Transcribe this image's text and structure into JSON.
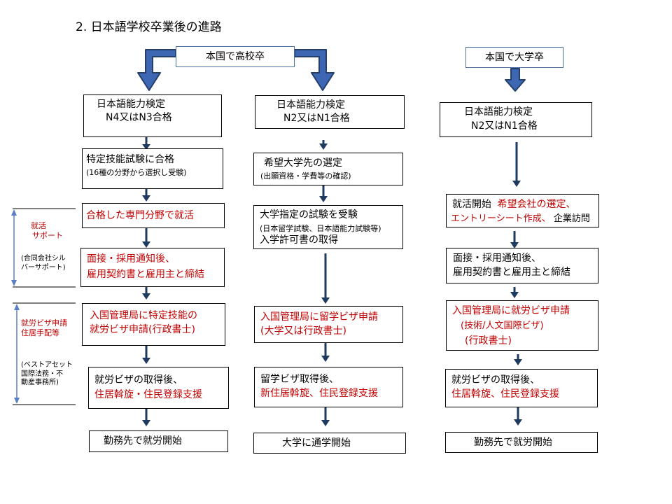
{
  "title": "2. 日本語学校卒業後の進路",
  "starts": {
    "high_school": "本国で高校卒",
    "university": "本国で大学卒"
  },
  "columns": {
    "left": {
      "jlpt": [
        "日本語能力検定",
        "N4又はN3合格"
      ],
      "skill_test": [
        "特定技能試験に合格",
        "(16種の分野から選択し受験)"
      ],
      "job_hunt": "合格した専門分野で就活",
      "interview": [
        "面接・採用通知後、",
        "雇用契約書と雇用主と締結"
      ],
      "visa": [
        "入国管理局に特定技能の",
        "就労ビザ申請(行政書士)"
      ],
      "after_visa": [
        "就労ビザの取得後、",
        "住居斡旋・住民登録支援"
      ],
      "final": "勤務先で就労開始"
    },
    "middle": {
      "jlpt": [
        "日本語能力検定",
        "N2又はN1合格"
      ],
      "choose_univ": [
        "希望大学先の選定",
        "(出願資格・学費等の確認)"
      ],
      "exam": [
        "大学指定の試験を受験",
        "(日本留学試験、日本語能力試験等)",
        "入学許可書の取得"
      ],
      "visa": [
        "入国管理局に留学ビザ申請",
        "(大学又は行政書士)"
      ],
      "after_visa": [
        "留学ビザ取得後、",
        "新住居斡旋、住民登録支援"
      ],
      "final": "大学に通学開始"
    },
    "right": {
      "jlpt": [
        "日本語能力検定",
        "N2又はN1合格"
      ],
      "job_hunt": {
        "line1_black": "就活開始",
        "line1_red": "希望会社の選定、",
        "line2_red": "エントリーシート作成、",
        "line2_black": "企業訪問"
      },
      "interview": [
        "面接・採用通知後、",
        "雇用契約書と雇用主と締結"
      ],
      "visa": [
        "入国管理局に就労ビザ申請",
        "(技術/人文国際ビザ)",
        "(行政書士)"
      ],
      "after_visa": [
        "就労ビザの取得後、",
        "住居斡旋、住民登録支援"
      ],
      "final": "勤務先で就労開始"
    }
  },
  "side_notes": {
    "support": [
      "就活",
      "サポート"
    ],
    "support_provider": [
      "(合同会社シル",
      "バーサポート)"
    ],
    "visa_housing": [
      "就労ビザ申請",
      "住居手配等"
    ],
    "visa_provider": [
      "(ベストアセット",
      "国際法務・不",
      "動産事務所)"
    ]
  },
  "colors": {
    "accent_red": "#c00000",
    "arrow_fill": "#3d67b3",
    "arrow_stroke": "#243f6b",
    "small_arrow": "#1f3a5f",
    "bracket_line": "#5b7fc2"
  }
}
